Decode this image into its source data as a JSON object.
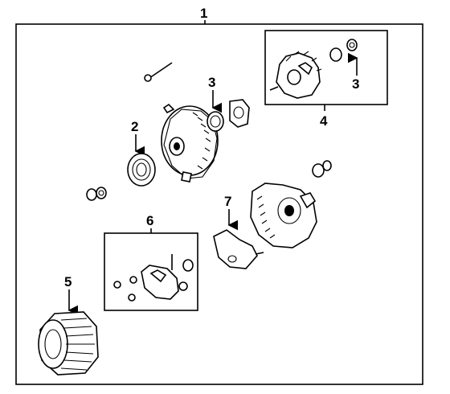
{
  "callouts": {
    "assembly": "1",
    "bearing": "2",
    "bearing_upper": "3",
    "bearing_right": "3",
    "rectifier": "4",
    "stator": "5",
    "regulator": "6",
    "brush_holder": "7"
  }
}
